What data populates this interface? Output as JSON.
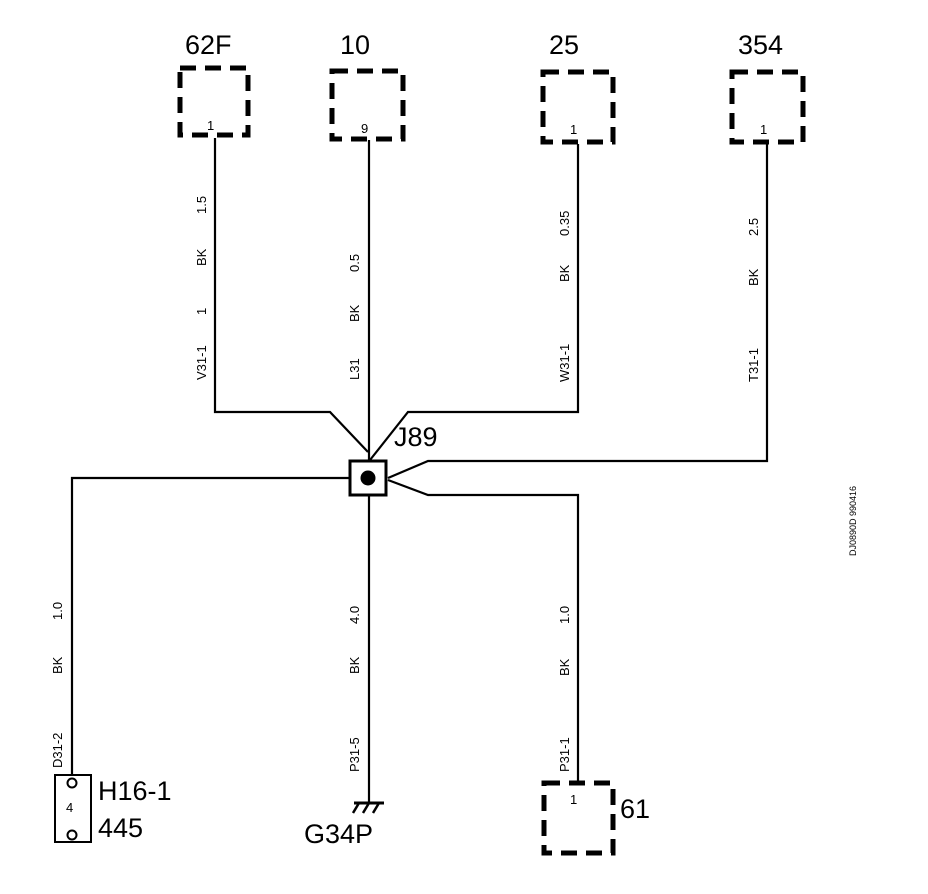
{
  "top_connectors": [
    {
      "name": "62F",
      "pin": "1",
      "wire_size": "1.5",
      "color": "BK",
      "circuit": "1",
      "wire_id": "V31-1"
    },
    {
      "name": "10",
      "pin": "9",
      "wire_size": "0.5",
      "color": "BK",
      "wire_id": "L31"
    },
    {
      "name": "25",
      "pin": "1",
      "wire_size": "0.35",
      "color": "BK",
      "wire_id": "W31-1"
    },
    {
      "name": "354",
      "pin": "1",
      "wire_size": "2.5",
      "color": "BK",
      "wire_id": "T31-1"
    }
  ],
  "splice": {
    "name": "J89"
  },
  "bottom_left": {
    "connector": "H16-1",
    "number": "445",
    "pin": "4",
    "wire_size": "1.0",
    "color": "BK",
    "wire_id": "D31-2"
  },
  "ground": {
    "name": "G34P",
    "wire_size": "4.0",
    "color": "BK",
    "wire_id": "P31-5"
  },
  "bottom_right": {
    "name": "61",
    "pin": "1",
    "wire_size": "1.0",
    "color": "BK",
    "wire_id": "P31-1"
  },
  "drawing_ref": "DJ0890D 990416"
}
